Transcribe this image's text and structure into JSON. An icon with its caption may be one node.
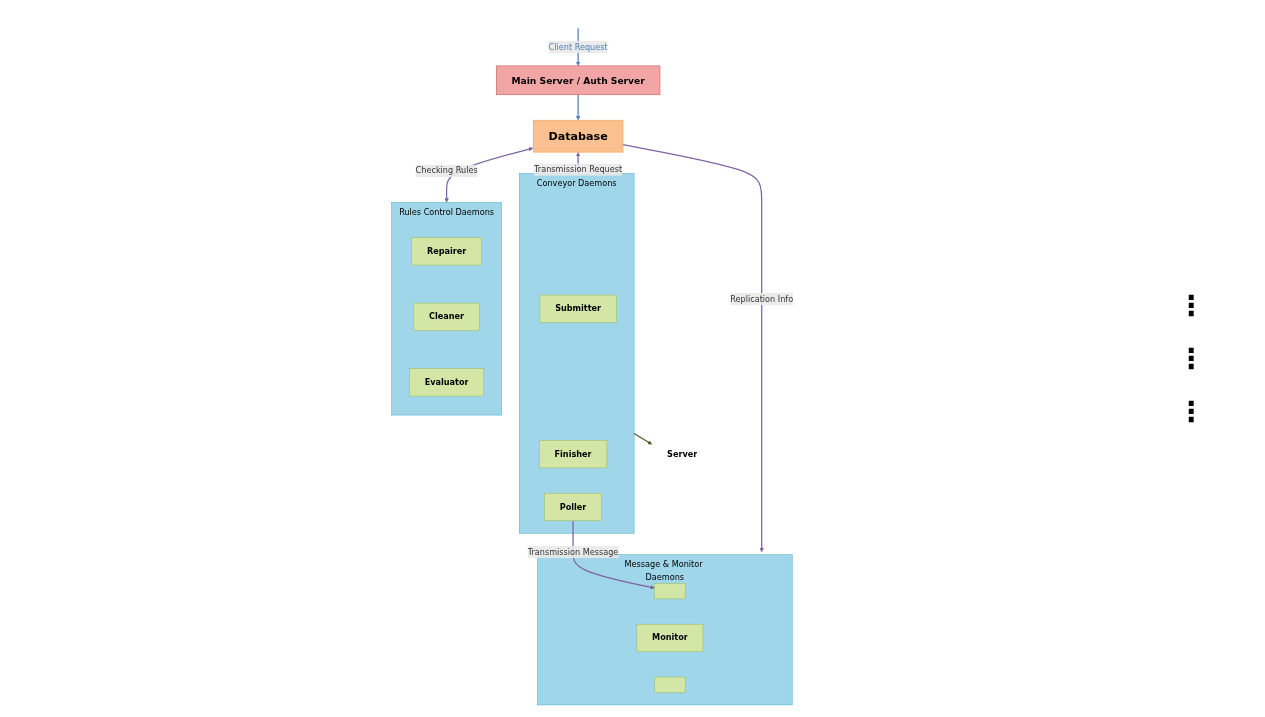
{
  "diagram": {
    "nodes": [
      {
        "text": [
          "Main Server / Auth Server"
        ]
      },
      {
        "text": [
          "Database"
        ]
      },
      {
        "text": [
          "Conveyor Daemons"
        ]
      },
      {
        "text": [
          "Submitter"
        ],
        "in": 2
      },
      {
        "text": [
          "Finisher"
        ],
        "in": 2
      },
      {
        "text": [
          "Poller"
        ],
        "in": 2
      },
      {
        "text": [
          "Message & Monitor Daemons"
        ]
      },
      {
        "text": [],
        "shape": "box",
        "in": 6
      },
      {
        "text": [
          "Monitor"
        ],
        "in": 6
      },
      {
        "text": [],
        "shape": "box",
        "in": 6
      },
      {
        "text": [
          "Rules Control Daemons"
        ]
      },
      {
        "text": [
          "Repairer"
        ],
        "in": 10
      },
      {
        "text": [
          "Cleaner"
        ],
        "in": 10
      },
      {
        "text": [
          "Evaluator"
        ],
        "in": 10
      },
      {
        "text": [
          "Server"
        ]
      }
    ],
    "edges": [
      {
        "from": null,
        "to": 0,
        "arrow": "to",
        "label": "Client Request",
        "color": "#4f81bd"
      },
      {
        "from": 0,
        "to": 1,
        "arrow": "to",
        "color": "#4f81bd"
      },
      {
        "from": 1,
        "to": 2,
        "arrow": "both",
        "label": "Transmission Request"
      },
      {
        "from": 1,
        "to": 6,
        "arrow": "to",
        "label": "Replication Info"
      },
      {
        "from": 1,
        "to": 10,
        "arrow": "both",
        "label": "Checking Rules"
      },
      {
        "from": 5,
        "to": 7,
        "arrow": "to",
        "label": "Transmission Message"
      },
      {
        "from": 2,
        "to": 14,
        "arrow": "to",
        "color": "#4f6228"
      }
    ],
    "labels": [
      "⋮",
      "⋮",
      "⋮"
    ]
  }
}
